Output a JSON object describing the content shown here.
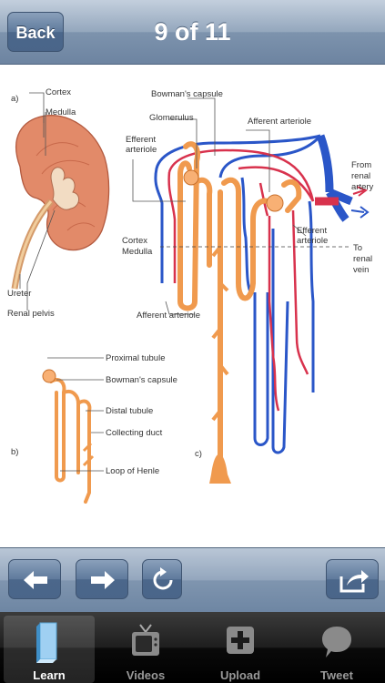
{
  "navbar": {
    "back_label": "Back",
    "title": "9 of 11"
  },
  "diagram": {
    "panel_a": "a)",
    "panel_b": "b)",
    "panel_c": "c)",
    "kidney_labels": [
      "Cortex",
      "Medulla",
      "Ureter",
      "Renal pelvis"
    ],
    "nephron_labels": [
      "Proximal tubule",
      "Bowman's capsule",
      "Distal tubule",
      "Collecting duct",
      "Loop of Henle"
    ],
    "vessel_labels": {
      "bowmans": "Bowman's capsule",
      "glomerulus": "Glomerulus",
      "efferent_left_1": "Efferent",
      "efferent_left_2": "arteriole",
      "afferent_top": "Afferent arteriole",
      "afferent_bottom": "Afferent arteriole",
      "from_artery_1": "From",
      "from_artery_2": "renal",
      "from_artery_3": "artery",
      "efferent_right_1": "Efferent",
      "efferent_right_2": "arteriole",
      "cortex": "Cortex",
      "medulla": "Medulla",
      "to_vein_1": "To",
      "to_vein_2": "renal",
      "to_vein_3": "vein"
    }
  },
  "toolbar": {
    "prev_icon": "arrow-left-icon",
    "next_icon": "arrow-right-icon",
    "refresh_icon": "refresh-icon",
    "share_icon": "share-icon"
  },
  "tabs": [
    {
      "label": "Learn",
      "icon": "book-icon",
      "active": true
    },
    {
      "label": "Videos",
      "icon": "tv-icon",
      "active": false
    },
    {
      "label": "Upload",
      "icon": "upload-plus-icon",
      "active": false
    },
    {
      "label": "Tweet",
      "icon": "speech-bubble-icon",
      "active": false
    }
  ],
  "colors": {
    "tubule": "#f09a4e",
    "artery": "#d8324d",
    "vein": "#2a56c8",
    "kidney": "#e0886a"
  }
}
